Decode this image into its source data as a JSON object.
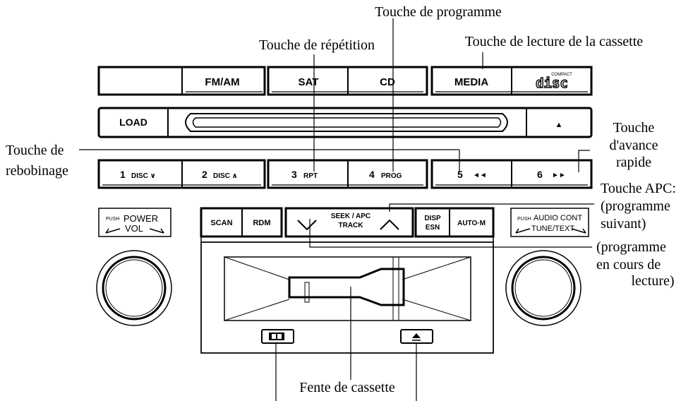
{
  "callouts": {
    "program": "Touche de programme",
    "repeat": "Touche de répétition",
    "cassette_play": "Touche de lecture de la cassette",
    "rewind_line1": "Touche de",
    "rewind_line2": "rebobinage",
    "ff_line1": "Touche",
    "ff_line2": "d'avance",
    "ff_line3": "rapide",
    "apc_line1": "Touche APC:",
    "apc_line2": "(programme",
    "apc_line3": "suivant)",
    "current_line1": "(programme",
    "current_line2": "en cours de",
    "current_line3": "lecture)",
    "cassette_slot": "Fente de cassette"
  },
  "top_row": {
    "fm_am": "FM/AM",
    "sat": "SAT",
    "cd": "CD",
    "media": "MEDIA",
    "compact": "COMPACT",
    "disc": "disc"
  },
  "load_row": {
    "load": "LOAD",
    "eject": "▲"
  },
  "preset_row": {
    "p1_num": "1",
    "p1_label": "DISC ∨",
    "p2_num": "2",
    "p2_label": "DISC ∧",
    "p3_num": "3",
    "p3_label": "RPT",
    "p4_num": "4",
    "p4_label": "PROG",
    "p5_num": "5",
    "p5_symbol": "◄◄",
    "p6_num": "6",
    "p6_symbol": "►►"
  },
  "left_knob": {
    "push": "PUSH",
    "power": "POWER",
    "vol": "VOL"
  },
  "right_knob": {
    "push": "PUSH",
    "audio": "AUDIO CONT",
    "tune": "TUNE/TEXT"
  },
  "cassette_controls": {
    "scan": "SCAN",
    "rdm": "RDM",
    "seek_line1": "SEEK / APC",
    "seek_line2": "TRACK",
    "disp": "DISP",
    "esn": "ESN",
    "auto_m": "AUTO·M"
  }
}
